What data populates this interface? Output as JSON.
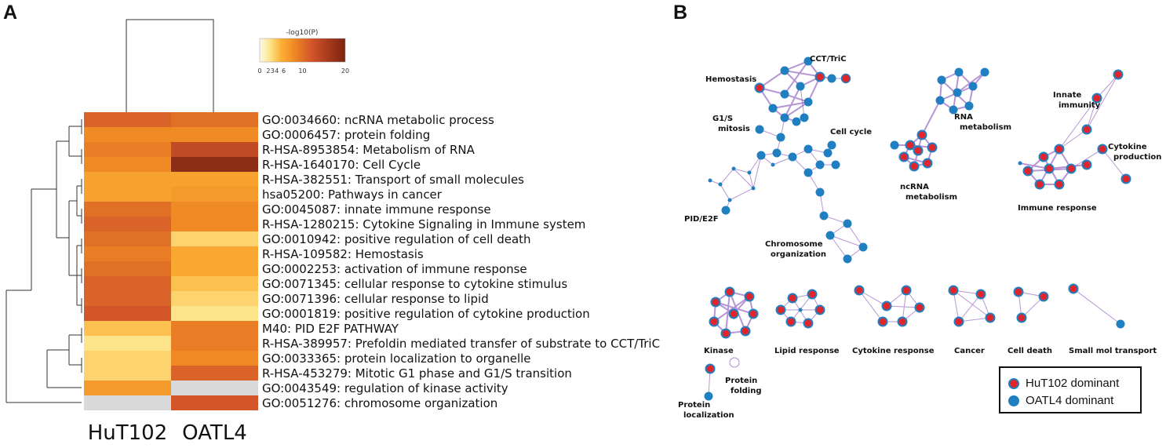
{
  "panels": {
    "a": "A",
    "b": "B"
  },
  "colorbar": {
    "title": "-log10(P)",
    "ticks": [
      0,
      2,
      3,
      4,
      6,
      10,
      20
    ],
    "min": 0,
    "max": 20
  },
  "chart_data": [
    {
      "type": "heatmap",
      "columns": [
        "HuT102",
        "OATL4"
      ],
      "rows": [
        "GO:0034660: ncRNA metabolic process",
        "GO:0006457: protein folding",
        "R-HSA-8953854: Metabolism of RNA",
        "R-HSA-1640170: Cell Cycle",
        "R-HSA-382551: Transport of small molecules",
        "hsa05200: Pathways in cancer",
        "GO:0045087: innate immune response",
        "R-HSA-1280215: Cytokine Signaling in Immune system",
        "GO:0010942: positive regulation of cell death",
        "R-HSA-109582: Hemostasis",
        "GO:0002253: activation of immune response",
        "GO:0071345: cellular response to cytokine stimulus",
        "GO:0071396: cellular response to lipid",
        "GO:0001819: positive regulation of cytokine production",
        "M40: PID E2F PATHWAY",
        "R-HSA-389957: Prefoldin mediated transfer of substrate  to CCT/TriC",
        "GO:0033365: protein localization to organelle",
        "R-HSA-453279: Mitotic G1 phase and G1/S transition",
        "GO:0043549: regulation of kinase activity",
        "GO:0051276: chromosome organization"
      ],
      "values": [
        [
          9,
          8
        ],
        [
          6,
          6
        ],
        [
          7,
          12
        ],
        [
          6,
          18
        ],
        [
          4.5,
          4.5
        ],
        [
          4.5,
          5
        ],
        [
          8,
          6
        ],
        [
          9,
          6
        ],
        [
          8,
          2.5
        ],
        [
          7,
          4
        ],
        [
          8,
          4
        ],
        [
          9,
          3
        ],
        [
          9,
          2.5
        ],
        [
          10,
          2
        ],
        [
          3,
          7
        ],
        [
          2,
          7
        ],
        [
          2.5,
          6
        ],
        [
          2.5,
          9
        ],
        [
          5,
          null
        ],
        [
          null,
          10
        ]
      ],
      "colorscale": [
        "#fdfbe8",
        "#fde48a",
        "#fbb035",
        "#f08a24",
        "#d2562a",
        "#a83a1c",
        "#7a2410"
      ],
      "missing_color": "#d9d9d9",
      "legend_title": "-log10(P)",
      "value_range": [
        0,
        20
      ]
    },
    {
      "type": "network",
      "cluster_labels": [
        "CCT/TriC",
        "Hemostasis",
        "G1/S\nmitosis",
        "Cell cycle",
        "PID/E2F",
        "Chromosome\norganization",
        "RNA\nmetabolism",
        "ncRNA\nmetabolism",
        "Innate\nimmunity",
        "Cytokine\nproduction",
        "Immune response",
        "Kinase",
        "Lipid response",
        "Cytokine response",
        "Cancer",
        "Cell death",
        "Small mol transport",
        "Protein\nfolding",
        "Protein\nlocalization"
      ],
      "legend": [
        {
          "label": "HuT102 dominant",
          "color": "#e0262c"
        },
        {
          "label": "OATL4 dominant",
          "color": "#1f7fc0"
        }
      ]
    }
  ]
}
